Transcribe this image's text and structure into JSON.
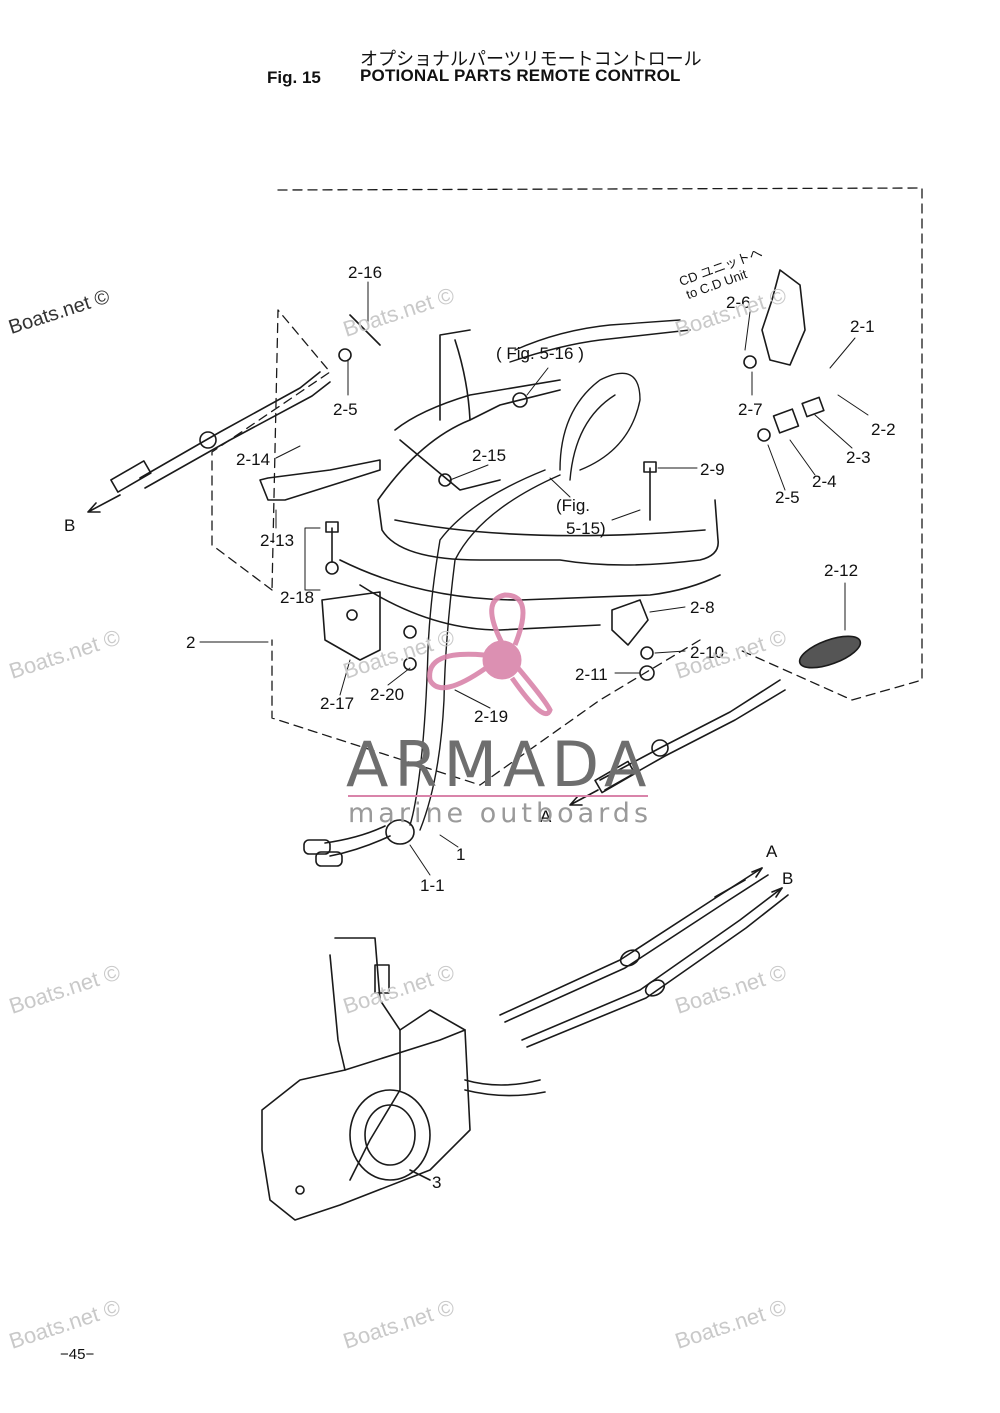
{
  "header": {
    "title_jp": "オプショナルパーツリモートコントロール",
    "fig_number": "Fig. 15",
    "title_en": "POTIONAL PARTS REMOTE CONTROL"
  },
  "watermarks": {
    "boats_net": "Boats.net ©",
    "brand_name": "ARMADA",
    "brand_tagline": "marine outboards"
  },
  "notes": {
    "cd_jp": "CD ユニットへ",
    "cd_en": "to C.D Unit",
    "fig_5_16": "( Fig. 5-16 )",
    "fig_5_15_a": "(Fig.",
    "fig_5_15_b": "5-15)"
  },
  "callouts": {
    "c2_16": "2-16",
    "c2_5a": "2-5",
    "c2_6": "2-6",
    "c2_1": "2-1",
    "c2_7": "2-7",
    "c2_2": "2-2",
    "c2_3": "2-3",
    "c2_4": "2-4",
    "c2_5b": "2-5",
    "c2_9": "2-9",
    "c2_15": "2-15",
    "c2_14": "2-14",
    "c2_13": "2-13",
    "c2_18": "2-18",
    "c2": "2",
    "c2_17": "2-17",
    "c2_20": "2-20",
    "c2_19": "2-19",
    "c2_8": "2-8",
    "c2_10": "2-10",
    "c2_11": "2-11",
    "c2_12": "2-12",
    "c1": "1",
    "c1_1": "1-1",
    "c3": "3",
    "arrow_a1": "A",
    "arrow_b1": "B",
    "arrow_a2": "A",
    "arrow_b2": "B"
  },
  "footer": {
    "page_number": "−45−"
  }
}
